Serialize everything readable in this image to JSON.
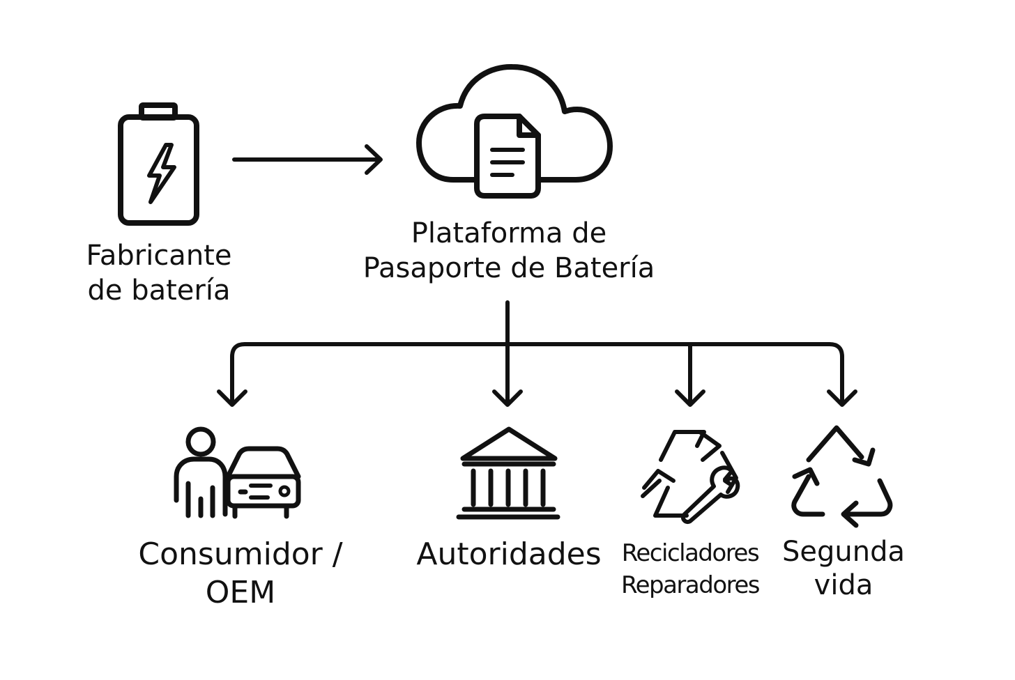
{
  "colors": {
    "stroke": "#111111",
    "background": "#ffffff"
  },
  "nodes": {
    "fabricante": {
      "icon": "battery-bolt-icon",
      "lines": [
        "Fabricante",
        "de batería"
      ]
    },
    "plataforma": {
      "icon": "cloud-document-icon",
      "lines": [
        "Plataforma de",
        "Pasaporte de Batería"
      ]
    },
    "consumidor": {
      "icon": "person-car-icon",
      "lines": [
        "Consumidor /",
        "OEM"
      ]
    },
    "autoridades": {
      "icon": "government-building-icon",
      "lines": [
        "Autoridades"
      ]
    },
    "recicladores": {
      "icon": "recycle-wrench-icon",
      "lines": [
        "Recicladores",
        "Reparadores"
      ]
    },
    "segunda_vida": {
      "icon": "recycle-icon",
      "lines": [
        "Segunda",
        "vida"
      ]
    }
  }
}
